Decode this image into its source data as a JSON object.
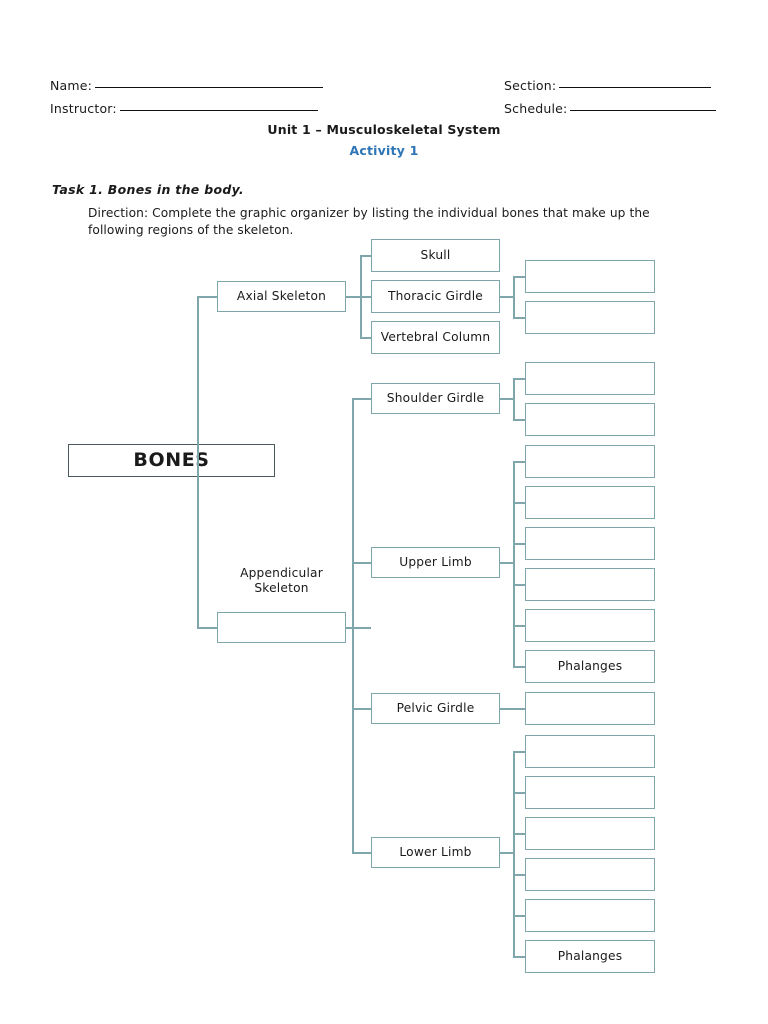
{
  "header": {
    "name_label": "Name:",
    "instructor_label": "Instructor:",
    "section_label": "Section:",
    "schedule_label": "Schedule:",
    "name_value": "",
    "instructor_value": "",
    "section_value": "",
    "schedule_value": "",
    "unit_title": "Unit 1 – Musculoskeletal System",
    "activity_title": "Activity 1",
    "activity_color": "#2E75B6"
  },
  "task": {
    "heading": "Task 1. Bones in the body.",
    "direction": "Direction: Complete the graphic organizer by listing the individual bones that make up the following regions of the skeleton."
  },
  "diagram": {
    "line_color": "#7FA6AA",
    "root_border_color": "#4A5A5C",
    "root": {
      "label": "BONES"
    },
    "branches": [
      {
        "name": "axial",
        "label": "Axial Skeleton",
        "children": [
          {
            "label": "Skull",
            "blanks": []
          },
          {
            "label": "Thoracic Girdle",
            "blanks": [
              "",
              ""
            ]
          },
          {
            "label": "Vertebral Column",
            "blanks": []
          }
        ]
      },
      {
        "name": "appendicular",
        "label": "Appendicular Skeleton",
        "label_is_floating": true,
        "box_label": "",
        "children": [
          {
            "label": "Shoulder Girdle",
            "blanks": [
              "",
              ""
            ]
          },
          {
            "label": "Upper Limb",
            "blanks": [
              "",
              "",
              "",
              "",
              "",
              "Phalanges"
            ]
          },
          {
            "label": "Pelvic Girdle",
            "blanks": [
              ""
            ]
          },
          {
            "label": "Lower Limb",
            "blanks": [
              "",
              "",
              "",
              "",
              "",
              "Phalanges"
            ]
          }
        ]
      }
    ]
  }
}
